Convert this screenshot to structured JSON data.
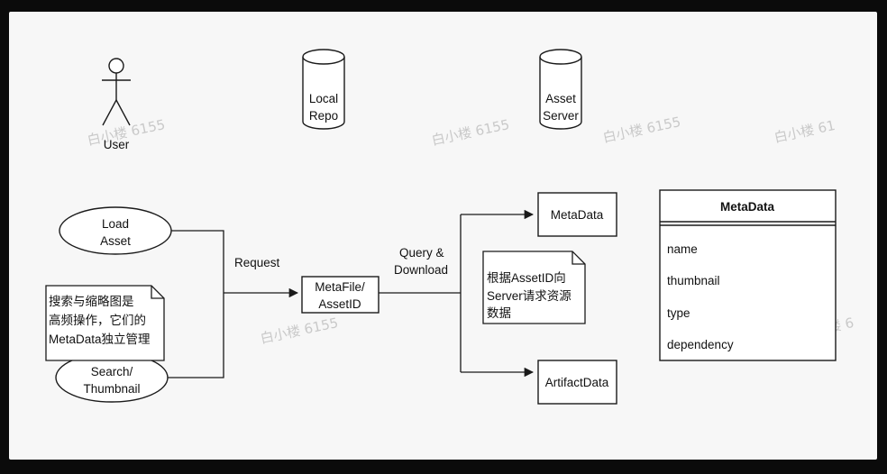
{
  "actors": {
    "user_label": "User"
  },
  "databases": {
    "local_repo": [
      "Local",
      "Repo"
    ],
    "asset_server": [
      "Asset",
      "Server"
    ]
  },
  "use_cases": {
    "load_asset": [
      "Load",
      "Asset"
    ],
    "search_thumbnail": [
      "Search/",
      "Thumbnail"
    ]
  },
  "notes": {
    "left_note": [
      "搜索与缩略图是",
      "高频操作，它们的",
      "MetaData独立管理"
    ],
    "right_note": [
      "根据AssetID向",
      "Server请求资源",
      "数据"
    ]
  },
  "edges": {
    "request": "Request",
    "query_download": [
      "Query &",
      "Download"
    ]
  },
  "boxes": {
    "metafile": [
      "MetaFile/",
      "AssetID"
    ],
    "metadata": "MetaData",
    "artifactdata": "ArtifactData"
  },
  "class_box": {
    "title": "MetaData",
    "fields": [
      "name",
      "thumbnail",
      "type",
      "dependency"
    ]
  },
  "watermark": [
    "白小楼 6155",
    "白小楼 6155",
    "白小楼 6155",
    "白小楼 61",
    "白小楼 6155",
    "白小楼 6"
  ],
  "colors": {
    "stroke": "#1a1a1a",
    "background": "#f7f7f7",
    "fill": "#ffffff"
  }
}
